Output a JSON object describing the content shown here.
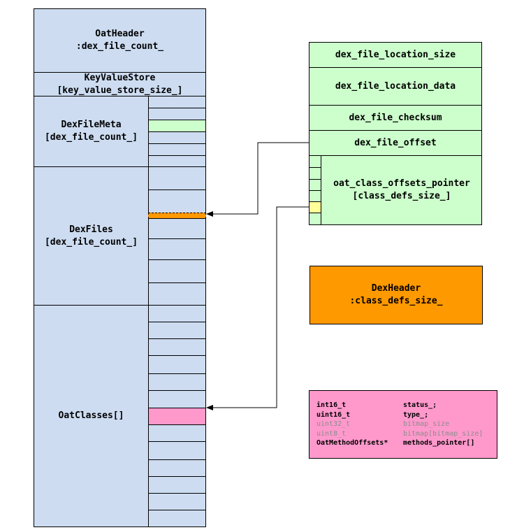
{
  "left_column": {
    "oat_header": {
      "name": "OatHeader",
      "field": ":dex_file_count_"
    },
    "key_value_store": {
      "name": "KeyValueStore",
      "field": "[key_value_store_size_]"
    },
    "dex_file_meta": {
      "name": "DexFileMeta",
      "field": "[dex_file_count_]"
    },
    "dex_files": {
      "name": "DexFiles",
      "field": "[dex_file_count_]"
    },
    "oat_classes": {
      "name": "OatClasses[]"
    }
  },
  "dex_file_meta_detail": {
    "fields": [
      "dex_file_location_size",
      "dex_file_location_data",
      "dex_file_checksum",
      "dex_file_offset",
      "oat_class_offsets_pointer"
    ],
    "last_field_sub": "[class_defs_size_]"
  },
  "dex_header": {
    "name": "DexHeader",
    "field": ":class_defs_size_"
  },
  "oat_class": {
    "rows": [
      {
        "type": "int16_t",
        "member": "status_;",
        "optional": false
      },
      {
        "type": "uint16_t",
        "member": "type_;",
        "optional": false
      },
      {
        "type": "uint32_t",
        "member": "bitmap_size",
        "optional": true
      },
      {
        "type": "uint8_t",
        "member": "bitmap[bitmap_size]",
        "optional": true
      },
      {
        "type": "OatMethodOffsets*",
        "member": "methods_pointer[]",
        "optional": false
      }
    ]
  },
  "colors": {
    "light_blue": "#cddcf1",
    "light_green": "#ccffcc",
    "dex_header_orange": "#ff9900",
    "oat_class_pink": "#ff99cc",
    "highlight_green": "#ccffcc",
    "highlight_orange": "#ff9900",
    "highlight_yellow": "#ffff99",
    "optional_field_grey": "#8c8c8c"
  }
}
